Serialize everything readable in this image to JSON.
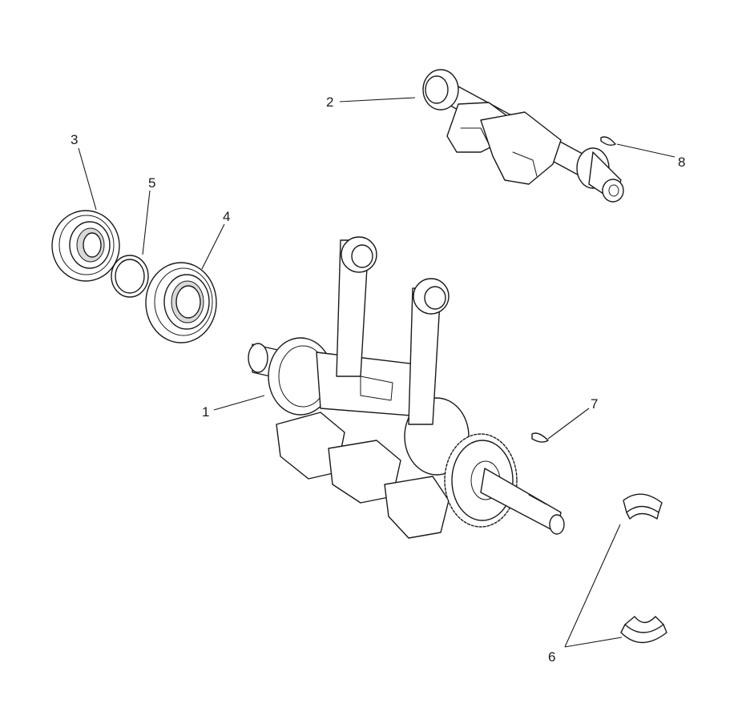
{
  "callouts": {
    "c1": "1",
    "c2": "2",
    "c3": "3",
    "c4": "4",
    "c5": "5",
    "c6": "6",
    "c7": "7",
    "c8": "8"
  },
  "colors": {
    "line": "#1a1a1a",
    "fill": "#ffffff",
    "shade": "#d9d9d9"
  }
}
